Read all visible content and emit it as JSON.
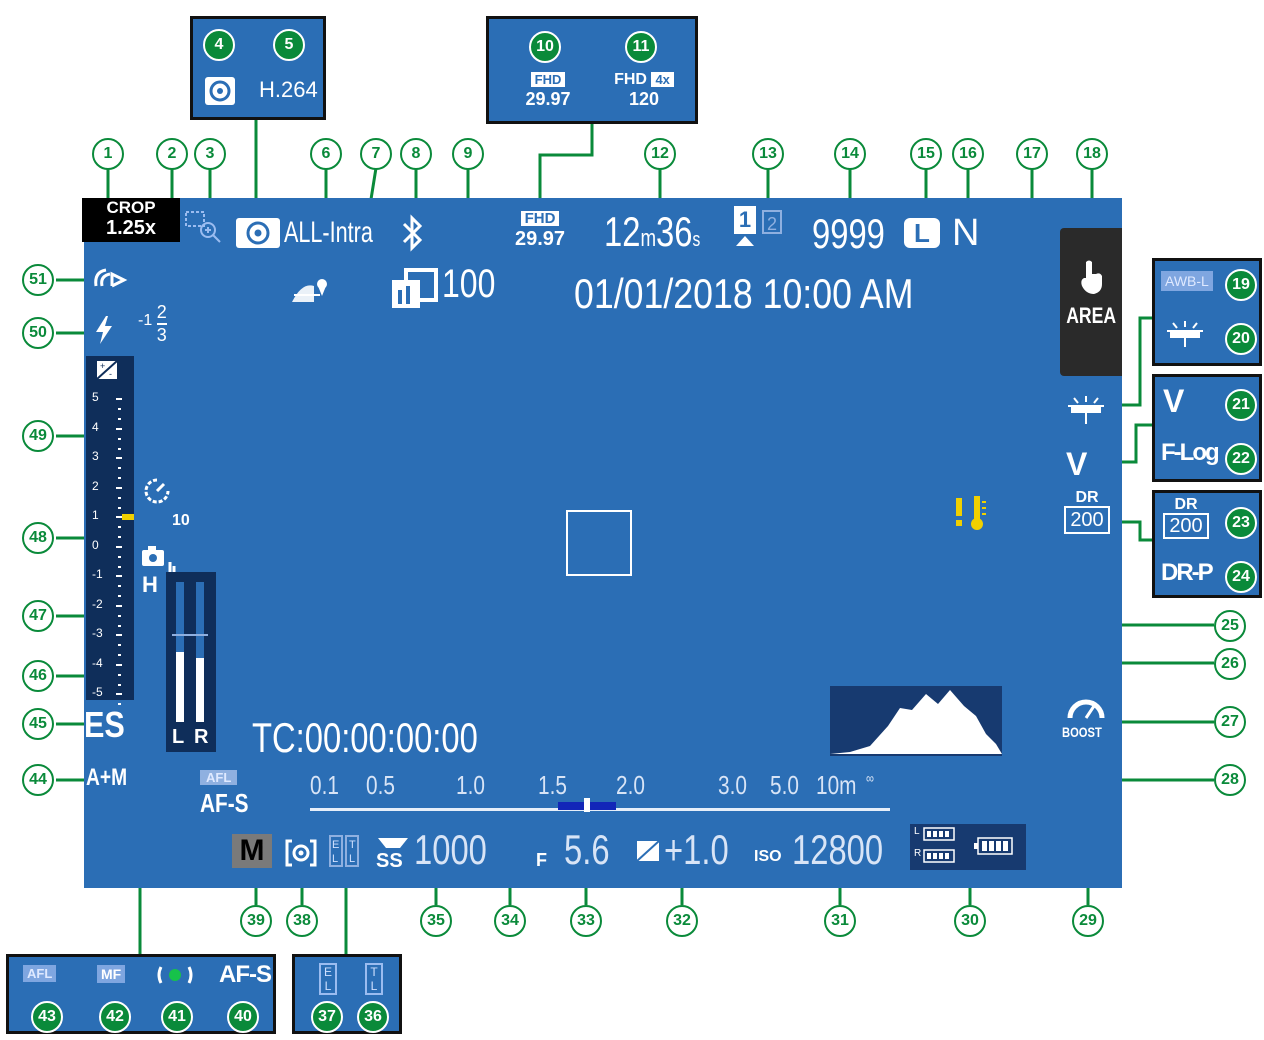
{
  "screen": {
    "crop": {
      "line1": "CROP",
      "line2": "1.25x"
    },
    "movie_codec_icon_label": "ALL-Intra",
    "frame_rate_fhd": {
      "tag": "FHD",
      "rate": "29.97"
    },
    "record_time": {
      "min": "12",
      "m_unit": "m",
      "sec": "36",
      "s_unit": "s"
    },
    "card_slot": {
      "slot1": "1",
      "slot2": "2"
    },
    "frames_remaining": "9999",
    "image_size": "L",
    "image_quality": "N",
    "datetime": "01/01/2018 10:00 AM",
    "area_button": "AREA",
    "exposure_comp_small": {
      "sign": "-1",
      "num": "2",
      "den": "3"
    },
    "battery_level_count": "100",
    "timer": "10",
    "drive_mode": "H",
    "exposure_scale": [
      "5",
      "4",
      "3",
      "2",
      "1",
      "0",
      "-1",
      "-2",
      "-3",
      "-4",
      "-5"
    ],
    "audio_channels": {
      "left": "L",
      "right": "R"
    },
    "es_label": "ES",
    "focus_mode_switch": "A+M",
    "afl_tag": "AFL",
    "af_mode": "AF-S",
    "timecode": "TC:00:00:00:00",
    "distance_scale": [
      "0.1",
      "0.5",
      "1.0",
      "1.5",
      "2.0",
      "3.0",
      "5.0",
      "10m",
      "∞"
    ],
    "exposure_mode": "M",
    "ss_label": "SS",
    "shutter_speed": "1000",
    "aperture_prefix": "F",
    "aperture": "5.6",
    "exposure_comp": "+1.0",
    "iso_prefix": "ISO",
    "iso": "12800",
    "battery_tags": {
      "l": "L",
      "r": "R"
    },
    "dr_label": {
      "top": "DR",
      "value": "200"
    },
    "boost_label": "BOOST",
    "film_sim_letter": "V"
  },
  "callouts": {
    "box_4_5": {
      "n4": "4",
      "n5": "5",
      "codec": "H.264"
    },
    "box_10_11": {
      "n10": "10",
      "n11": "11",
      "fhd": "FHD",
      "fhd_rate": "29.97",
      "fhd4x": "FHD",
      "x4": "4x",
      "rate120": "120"
    },
    "box_19_20": {
      "n19": "19",
      "n20": "20",
      "awb": "AWB-L"
    },
    "box_21_22": {
      "n21": "21",
      "n22": "22",
      "v": "V",
      "flog": "F-Log"
    },
    "box_23_24": {
      "n23": "23",
      "n24": "24",
      "dr": "DR",
      "dr_value": "200",
      "drp": "DR-P"
    },
    "box_36_37": {
      "n36": "36",
      "n37": "37",
      "e": "E",
      "l1": "L",
      "t": "T",
      "l2": "L"
    },
    "box_40_43": {
      "n40": "40",
      "n41": "41",
      "n42": "42",
      "n43": "43",
      "afl": "AFL",
      "mf": "MF",
      "afs": "AF-S"
    }
  },
  "numbers": [
    "1",
    "2",
    "3",
    "6",
    "7",
    "8",
    "9",
    "12",
    "13",
    "14",
    "15",
    "16",
    "17",
    "18",
    "25",
    "26",
    "27",
    "28",
    "29",
    "30",
    "31",
    "32",
    "33",
    "34",
    "35",
    "38",
    "39",
    "44",
    "45",
    "46",
    "47",
    "48",
    "49",
    "50",
    "51"
  ]
}
